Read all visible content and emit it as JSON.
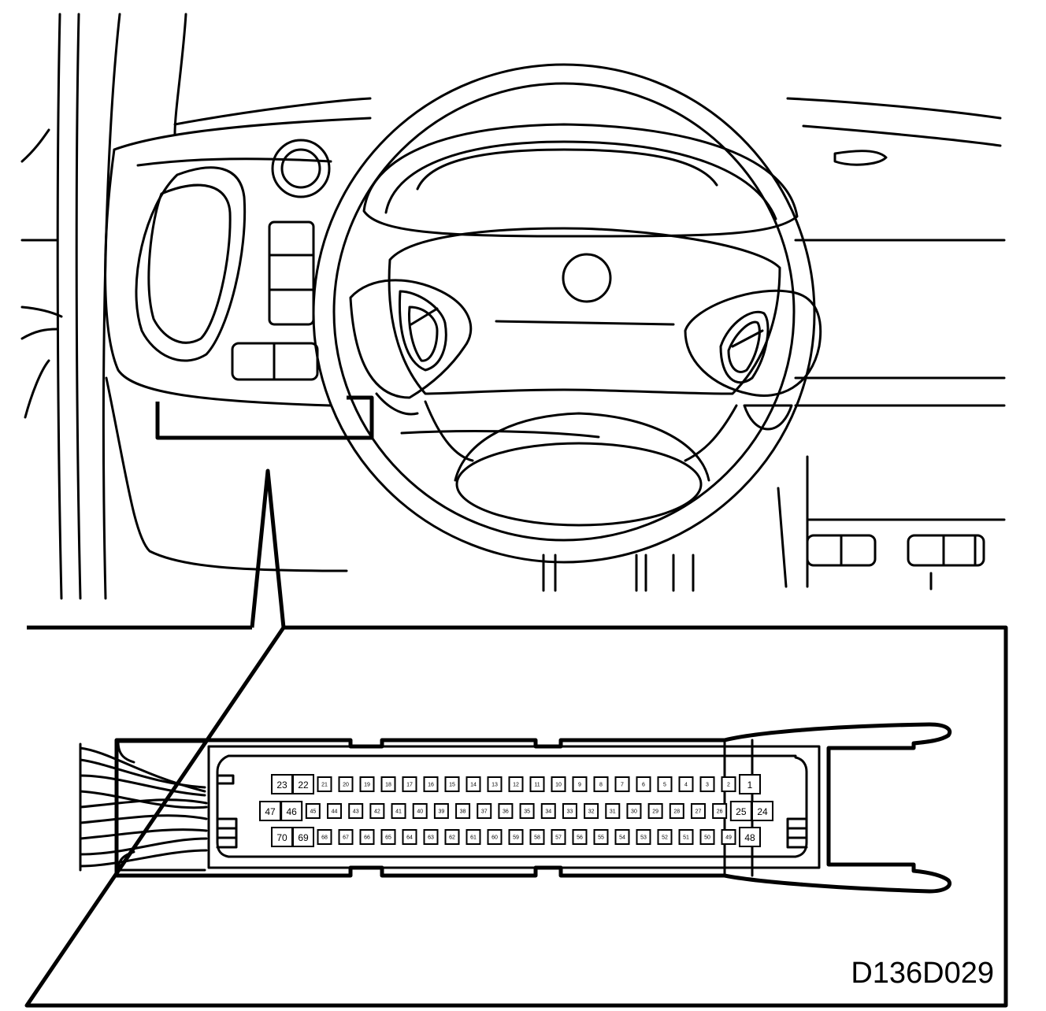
{
  "diagram": {
    "code": "D136D029",
    "connector": {
      "rows": [
        {
          "pins": [
            "23",
            "22",
            "21",
            "20",
            "19",
            "18",
            "17",
            "16",
            "15",
            "14",
            "13",
            "12",
            "11",
            "10",
            "9",
            "8",
            "7",
            "6",
            "5",
            "4",
            "3",
            "2",
            "1"
          ]
        },
        {
          "pins": [
            "47",
            "46",
            "45",
            "44",
            "43",
            "42",
            "41",
            "40",
            "39",
            "38",
            "37",
            "36",
            "35",
            "34",
            "33",
            "32",
            "31",
            "30",
            "29",
            "28",
            "27",
            "26",
            "25",
            "24"
          ]
        },
        {
          "pins": [
            "70",
            "69",
            "68",
            "67",
            "66",
            "65",
            "64",
            "63",
            "62",
            "61",
            "60",
            "59",
            "58",
            "57",
            "56",
            "55",
            "54",
            "53",
            "52",
            "51",
            "50",
            "49",
            "48"
          ]
        }
      ]
    }
  }
}
